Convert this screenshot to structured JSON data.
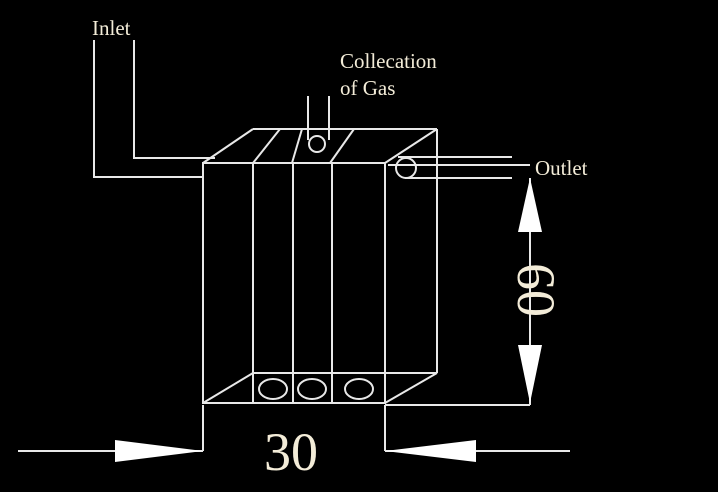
{
  "labels": {
    "inlet": "Inlet",
    "gas_line1": "Collecation",
    "gas_line2": "of Gas",
    "outlet": "Outlet",
    "height_dim": "60",
    "width_dim": "30"
  },
  "colors": {
    "background": "#000000",
    "lines": "#e8e8e8",
    "text": "#f3ecd8"
  }
}
